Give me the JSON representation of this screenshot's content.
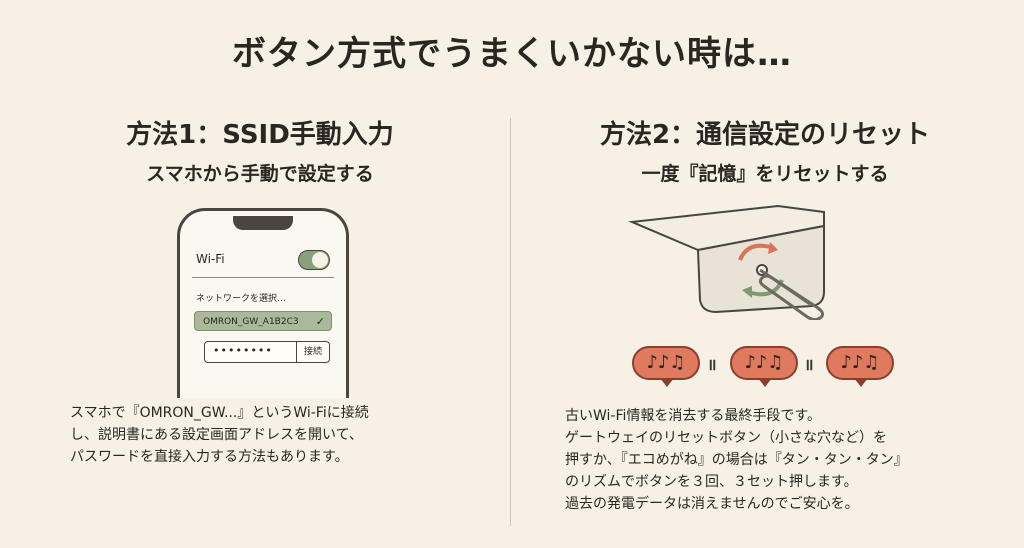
{
  "title": "ボタン方式でうまくいかない時は…",
  "left": {
    "heading": "方法1：SSID手動入力",
    "subheading": "スマホから手動で設定する",
    "phone": {
      "wifi_label": "Wi-Fi",
      "network_label": "ネットワークを選択…",
      "network_item": "OMRON_GW_A1B2C3",
      "check": "✓",
      "password_dots": "••••••••",
      "password_button": "接続"
    },
    "body_lines": [
      "スマホで『OMRON_GW...』というWi-Fiに接続",
      "し、説明書にある設定画面アドレスを開いて、",
      "パスワードを直接入力する方法もあります。"
    ]
  },
  "right": {
    "heading": "方法2：通信設定のリセット",
    "subheading": "一度『記憶』をリセットする",
    "bubble_text": "♪♪♫",
    "separator": "॥",
    "body_lines": [
      "古いWi-Fi情報を消去する最終手段です。",
      "ゲートウェイのリセットボタン（小さな穴など）を",
      "押すか、『エコめがね』の場合は『タン・タン・タン』",
      "のリズムでボタンを３回、３セット押します。",
      "過去の発電データは消えませんのでご安心を。"
    ]
  },
  "colors": {
    "background": "#f6f0e5",
    "accent_green": "#a9b99a",
    "accent_red": "#e07a5f",
    "ink": "#2b2622"
  }
}
